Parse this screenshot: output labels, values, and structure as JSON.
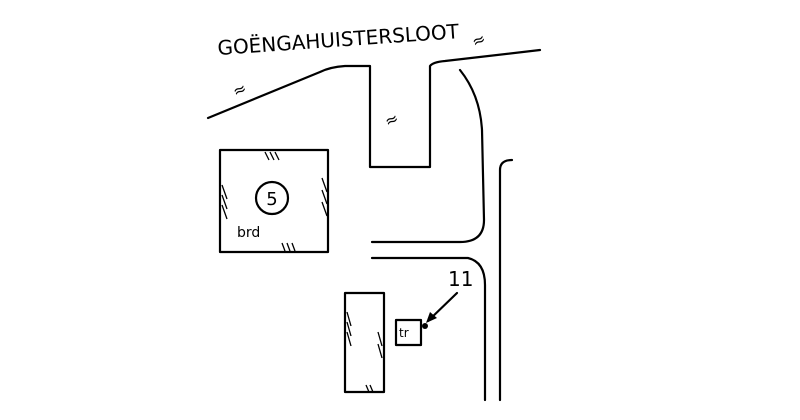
{
  "water_name": "GOËNGAHUISTERSLOOT",
  "water_symbol": "≈",
  "parcel_number": "5",
  "parcel_label": "brd",
  "marker_number": "11",
  "marker_label": "tr",
  "colors": {
    "ink": "#000000",
    "paper": "#ffffff"
  }
}
